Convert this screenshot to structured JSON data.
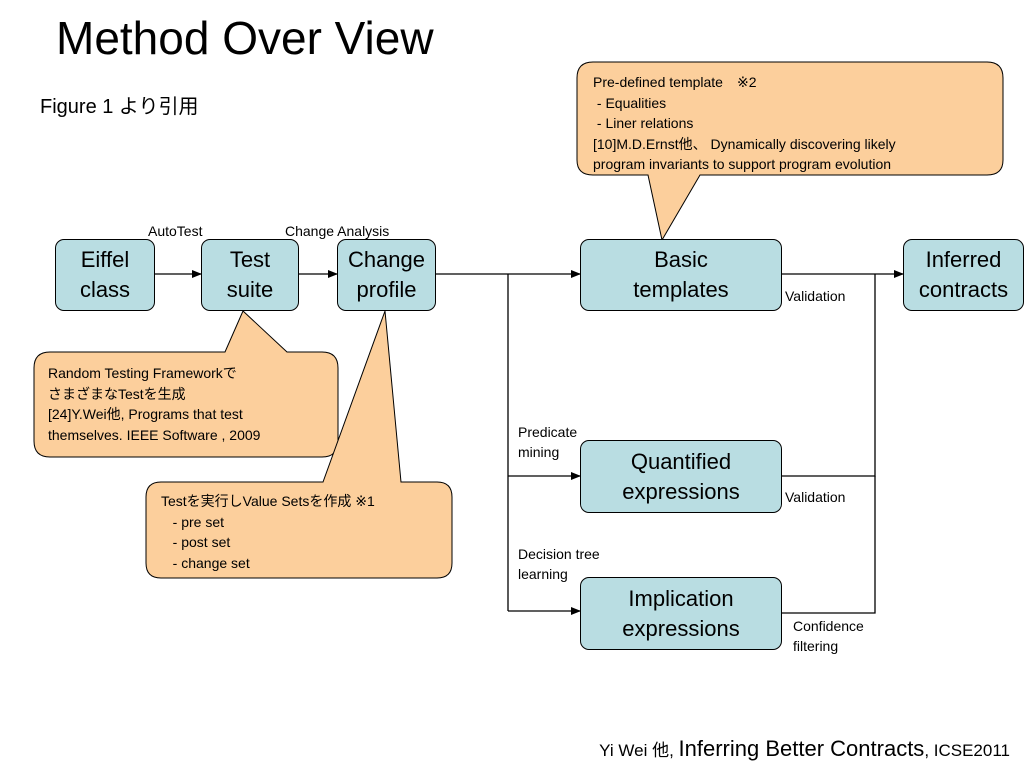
{
  "title": "Method Over View",
  "subtitle": "Figure 1 より引用",
  "nodes": {
    "eiffel": "Eiffel\nclass",
    "test_suite": "Test\nsuite",
    "change_profile": "Change\nprofile",
    "basic": "Basic\ntemplates",
    "inferred": "Inferred\ncontracts",
    "quantified": "Quantified\nexpressions",
    "implication": "Implication\nexpressions"
  },
  "labels": {
    "autotest": "AutoTest",
    "change_analysis": "Change Analysis",
    "validation_basic": "Validation",
    "validation_quantified": "Validation",
    "predicate_mining": "Predicate\nmining",
    "decision_tree": "Decision tree\nlearning",
    "confidence_filtering": "Confidence\nfiltering"
  },
  "callouts": {
    "predefined": [
      "Pre-defined template　※2",
      " - Equalities",
      " - Liner relations",
      "[10]M.D.Ernst他、 Dynamically discovering likely",
      "program invariants to support program evolution"
    ],
    "random_testing": [
      "Random Testing Frameworkで",
      "さまざまなTestを生成",
      "[24]Y.Wei他, Programs that test",
      "themselves. IEEE Software , 2009"
    ],
    "value_sets": [
      "Testを実行しValue Setsを作成 ※1",
      "   - pre set",
      "   - post set",
      "   - change set"
    ]
  },
  "footer": {
    "author": "Yi Wei 他, ",
    "paper": "Inferring Better Contracts",
    "venue": ", ICSE2011"
  },
  "colors": {
    "node_fill": "#b9dde2",
    "callout_fill": "#fccf9c",
    "line": "#000000"
  }
}
